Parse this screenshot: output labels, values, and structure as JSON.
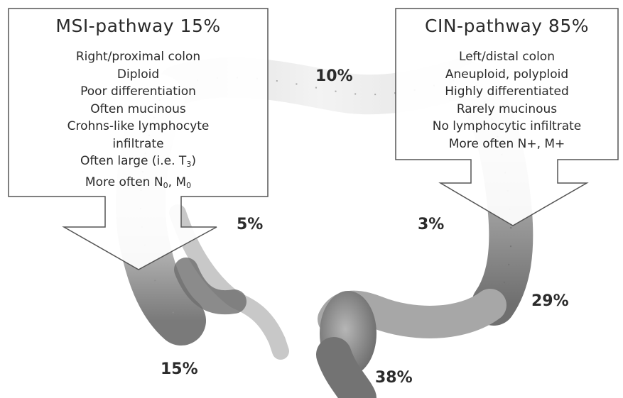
{
  "msi": {
    "title": "MSI-pathway 15%",
    "lines": [
      "Right/proximal colon",
      "Diploid",
      "Poor differentiation",
      "Often mucinous",
      "Crohns-like lymphocyte",
      "infiltrate"
    ],
    "large_prefix": "Often large (i.e. T",
    "large_sub": "3",
    "large_suffix": ")",
    "n_prefix": "More often N",
    "n_sub": "0",
    "n_mid": ", M",
    "m_sub": "0"
  },
  "cin": {
    "title": "CIN-pathway 85%",
    "lines": [
      "Left/distal colon",
      "Aneuploid, polyploid",
      "Highly differentiated",
      "Rarely mucinous",
      "No lymphocytic infiltrate",
      "More often N+, M+"
    ]
  },
  "percentages": {
    "transverse": "10%",
    "hepatic_flexure": "5%",
    "splenic_flexure": "3%",
    "descending": "29%",
    "cecum": "15%",
    "sigmoid": "38%"
  },
  "colors": {
    "box_border": "#555555",
    "colon_light": "#f4f4f4",
    "colon_dark": "#6e6e6e"
  }
}
